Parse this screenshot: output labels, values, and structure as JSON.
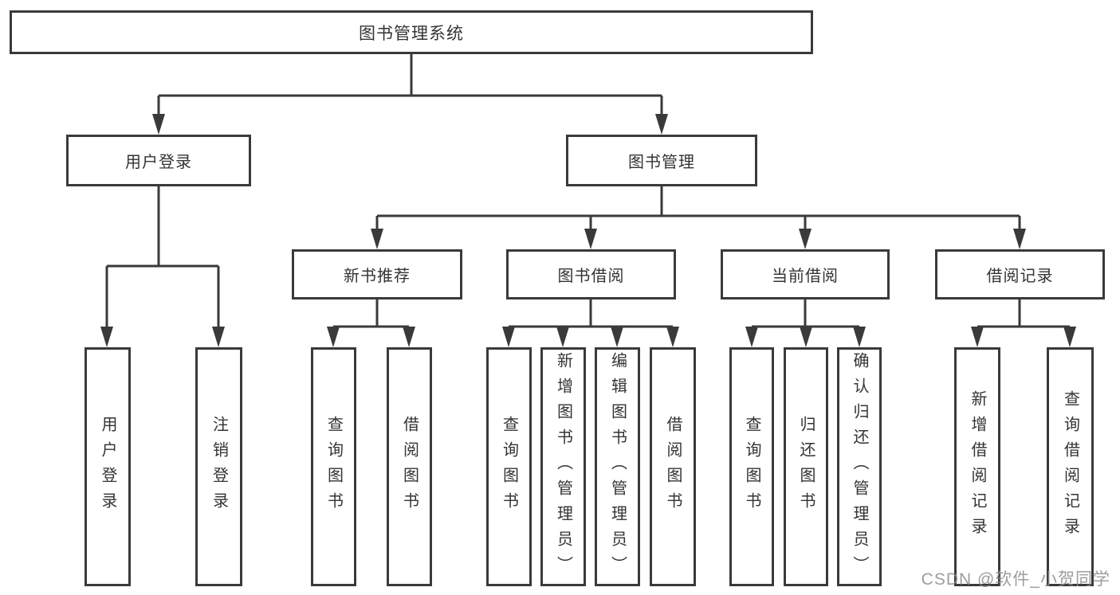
{
  "tree": {
    "root": "图书管理系统",
    "level2": [
      "用户登录",
      "图书管理"
    ],
    "level3": [
      "新书推荐",
      "图书借阅",
      "当前借阅",
      "借阅记录"
    ],
    "leaves": {
      "login": [
        "用户登录",
        "注销登录"
      ],
      "recommend": [
        "查询图书",
        "借阅图书"
      ],
      "borrow": [
        "查询图书",
        "新增图书（管理员）",
        "编辑图书（管理员）",
        "借阅图书"
      ],
      "current": [
        "查询图书",
        "归还图书",
        "确认归还（管理员）"
      ],
      "records": [
        "新增借阅记录",
        "查询借阅记录"
      ]
    }
  },
  "watermark": "CSDN @软件_小贺同学",
  "colors": {
    "line": "#3a3a3a",
    "text": "#333333",
    "background": "#ffffff",
    "watermark": "#8c8c8c"
  }
}
